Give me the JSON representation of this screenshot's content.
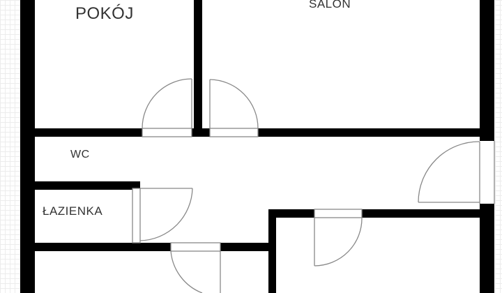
{
  "floor_plan": {
    "rooms": [
      {
        "id": "pokoj",
        "label": "POKÓJ"
      },
      {
        "id": "salon",
        "label": "SALON"
      },
      {
        "id": "wc",
        "label": "WC"
      },
      {
        "id": "lazienka",
        "label": "ŁAZIENKA"
      }
    ],
    "colors": {
      "wall": "#000000",
      "door_line": "#888888",
      "text": "#333333",
      "grid": "#ececec",
      "background": "#ffffff"
    },
    "doors": [
      {
        "id": "door-pokoj"
      },
      {
        "id": "door-salon"
      },
      {
        "id": "door-entrance-right"
      },
      {
        "id": "door-lazienka"
      },
      {
        "id": "door-bottom-left-room"
      },
      {
        "id": "door-bottom-right-room"
      }
    ]
  }
}
